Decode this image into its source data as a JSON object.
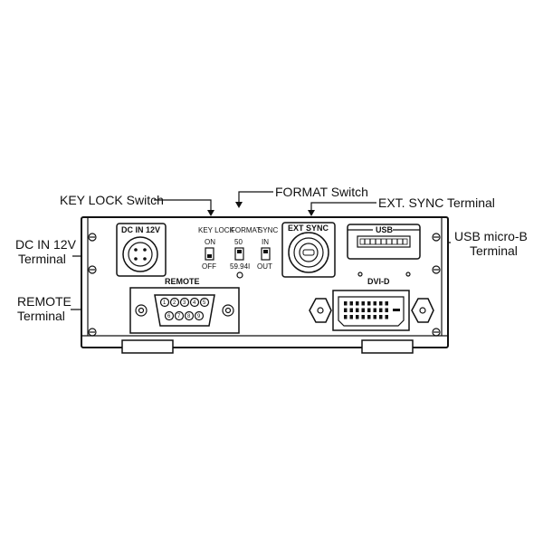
{
  "callouts": {
    "key_lock": "KEY LOCK Switch",
    "format": "FORMAT Switch",
    "ext_sync": "EXT. SYNC Terminal",
    "dc_in_1": "DC IN 12V",
    "dc_in_2": "Terminal",
    "usb_1": "USB micro-B",
    "usb_2": "Terminal",
    "remote_1": "REMOTE",
    "remote_2": "Terminal"
  },
  "panel": {
    "dc_in": "DC IN 12V",
    "key_lock": "KEY LOCK",
    "format": "FORMAT",
    "sync": "SYNC",
    "ext_sync": "EXT SYNC",
    "usb": "USB",
    "on": "ON",
    "off": "OFF",
    "fmt_50": "50",
    "fmt_5994": "59.94I",
    "sync_in": "IN",
    "sync_out": "OUT",
    "remote": "REMOTE",
    "dvi": "DVI-D",
    "pins": [
      "1",
      "2",
      "3",
      "4",
      "5",
      "6",
      "7",
      "8",
      "9"
    ]
  },
  "colors": {
    "line": "#111111",
    "background": "#ffffff"
  }
}
